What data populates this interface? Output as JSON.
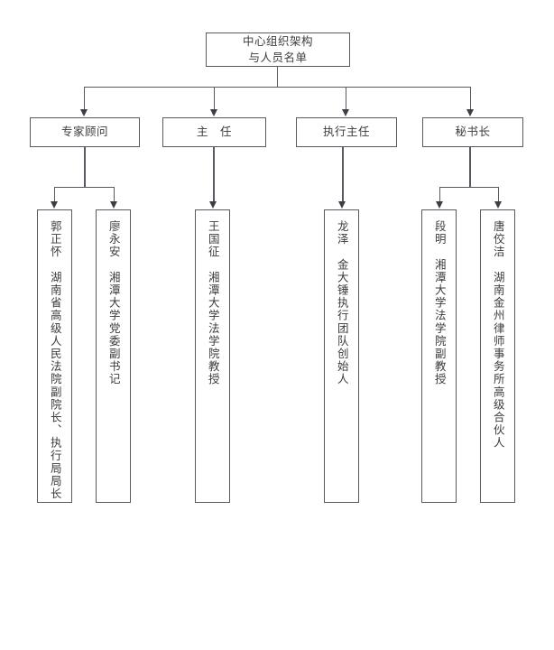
{
  "chart": {
    "title": "中心组织架构与人员名单",
    "root": {
      "line1": "中心组织架构",
      "line2": "与人员名单"
    },
    "divisions": [
      {
        "label": "专家顾问"
      },
      {
        "label": "主　任"
      },
      {
        "label": "执行主任"
      },
      {
        "label": "秘书长"
      }
    ],
    "members": [
      {
        "name": "郭正怀",
        "affiliation": "湖南省高级人民法院副院长、执行局局长",
        "text": "郭正怀　湖南省高级人民法院副院长、执行局局长",
        "parent": "专家顾问"
      },
      {
        "name": "廖永安",
        "affiliation": "湘潭大学党委副书记",
        "text": "廖永安　湘潭大学党委副书记",
        "parent": "专家顾问"
      },
      {
        "name": "王国征",
        "affiliation": "湘潭大学法学院教授",
        "text": "王国征　湘潭大学法学院教授",
        "parent": "主　任"
      },
      {
        "name": "龙泽",
        "affiliation": "金大锤执行团队创始人",
        "text": "龙泽　金大锤执行团队创始人",
        "parent": "执行主任"
      },
      {
        "name": "段明",
        "affiliation": "湘潭大学法学院副教授",
        "text": "段明　湘潭大学法学院副教授",
        "parent": "秘书长"
      },
      {
        "name": "唐佼洁",
        "affiliation": "湖南金州律师事务所高级合伙人",
        "text": "唐佼洁　湖南金州律师事务所高级合伙人",
        "parent": "秘书长"
      }
    ],
    "colors": {
      "border": "#565b61",
      "connector": "#565b61",
      "arrow": "#3b3f45",
      "text": "#3c3c3c",
      "background": "#ffffff"
    }
  }
}
